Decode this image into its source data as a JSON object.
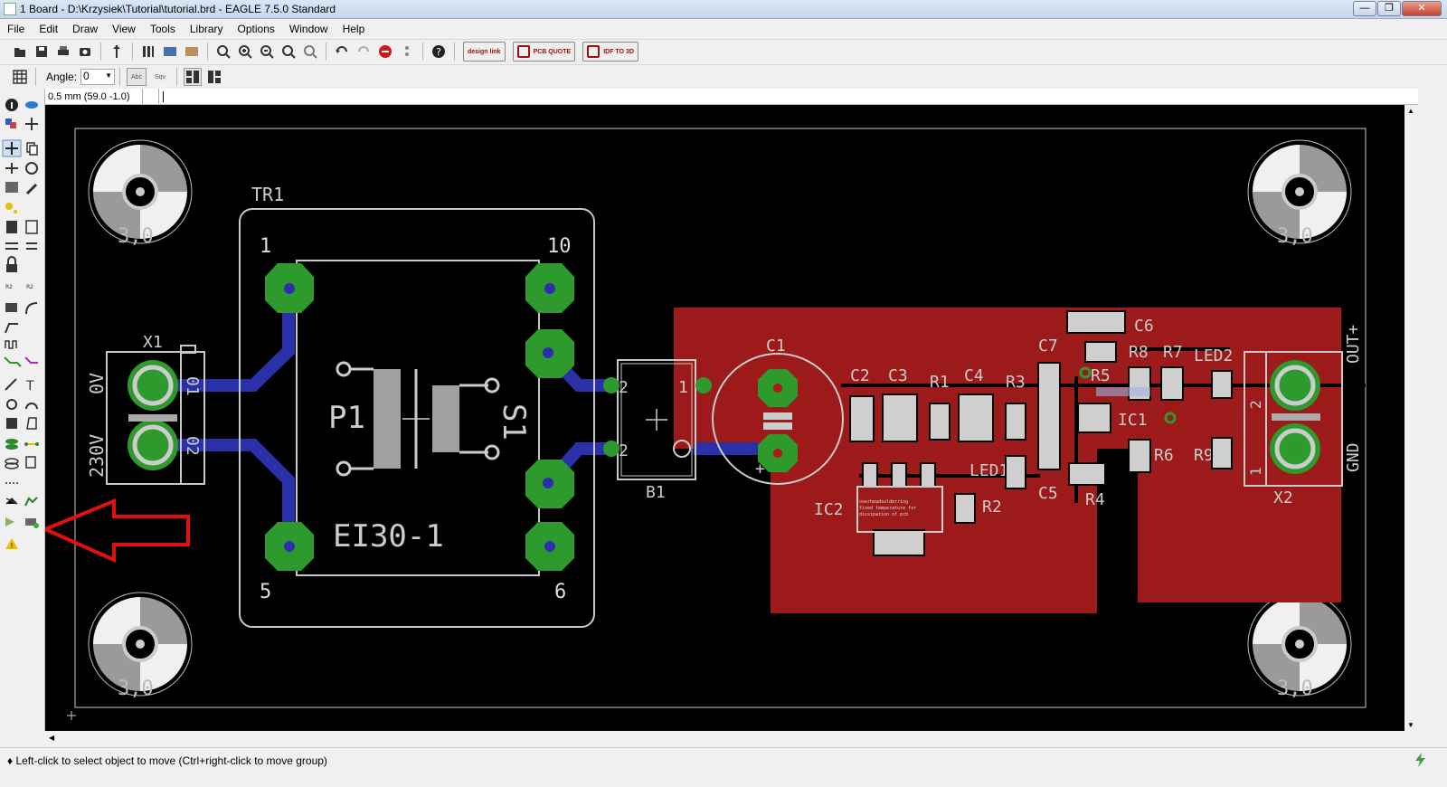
{
  "window": {
    "title": "1 Board - D:\\Krzysiek\\Tutorial\\tutorial.brd - EAGLE 7.5.0 Standard"
  },
  "menu": [
    "File",
    "Edit",
    "Draw",
    "View",
    "Tools",
    "Library",
    "Options",
    "Window",
    "Help"
  ],
  "toolbar": {
    "design_link": "design link",
    "pcb_quote": "PCB QUOTE",
    "idf_to_3d": "IDF TO 3D"
  },
  "param": {
    "angle_label": "Angle:",
    "angle_value": "0",
    "text_tool_a": "Abc",
    "text_tool_b": "Sqv"
  },
  "coord": {
    "value": "0.5 mm (59.0 -1.0)"
  },
  "status": {
    "text": "♦ Left-click to select object to move (Ctrl+right-click to move group)"
  },
  "board": {
    "holes": [
      "3,0",
      "3,0",
      "3,0",
      "3,0"
    ],
    "tr1": {
      "name": "TR1",
      "type": "EI30-1",
      "pins": [
        "1",
        "10",
        "5",
        "6"
      ],
      "p1": "P1",
      "s1": "S1"
    },
    "x1": {
      "name": "X1",
      "labels": [
        "0V",
        "230V"
      ],
      "pins": [
        "01",
        "02"
      ]
    },
    "x2": {
      "name": "X2",
      "labels": [
        "OUT+",
        "GND"
      ],
      "pins": [
        "2",
        "1"
      ]
    },
    "b1": "B1",
    "b1_pins": [
      "2",
      "1",
      "2"
    ],
    "c1": "C1",
    "parts": [
      "C2",
      "C3",
      "R1",
      "C4",
      "R3",
      "C7",
      "C6",
      "R8",
      "R7",
      "LED2",
      "R5",
      "IC1",
      "R6",
      "R9",
      "LED1",
      "C5",
      "R4",
      "IC2",
      "R2"
    ],
    "ic2_note": [
      "overheadsolderring",
      "fixed temperature for",
      "dissipation of pcb"
    ]
  },
  "colors": {
    "board_bg": "#000000",
    "pad": "#2e9a2e",
    "trace": "#2a30a8",
    "copper_pour": "#9c1a1a",
    "silk": "#c8c8c8",
    "annotation_arrow": "#e01010"
  }
}
